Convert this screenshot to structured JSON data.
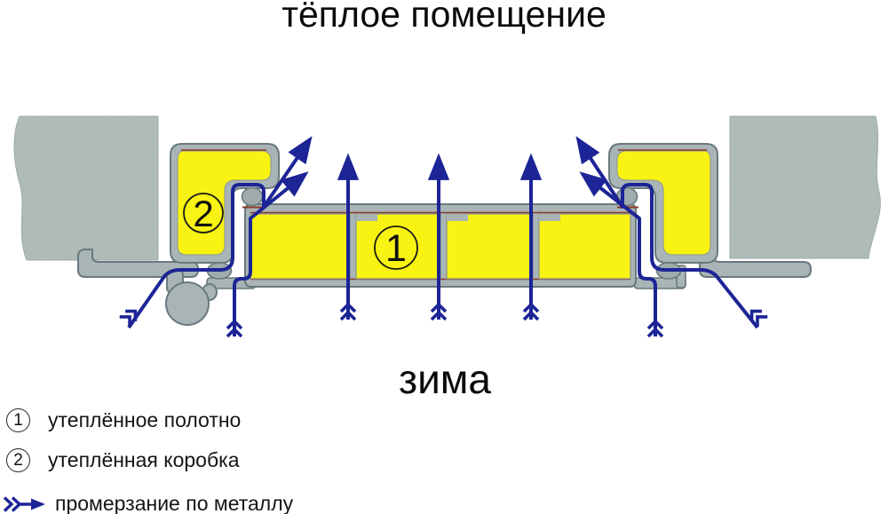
{
  "title": "тёплое помещение",
  "season_label": "зима",
  "diagram": {
    "name": "insulated metal door cross-section",
    "callout_leaf": "1",
    "callout_frame": "2"
  },
  "legend": {
    "items": [
      {
        "marker": "1",
        "label": "утеплённое полотно"
      },
      {
        "marker": "2",
        "label": "утеплённая коробка"
      },
      {
        "marker": "frost-arrow",
        "label": "промерзание по металлу"
      }
    ]
  },
  "colors": {
    "insulation_yellow": "#f8f312",
    "metal_gray": "#a9b4b6",
    "metal_outline": "#69797d",
    "wall_gray": "#b5bfbc",
    "frost_blue": "#1c2496",
    "gasket_red": "#8a3a28",
    "text_black": "#111111"
  }
}
